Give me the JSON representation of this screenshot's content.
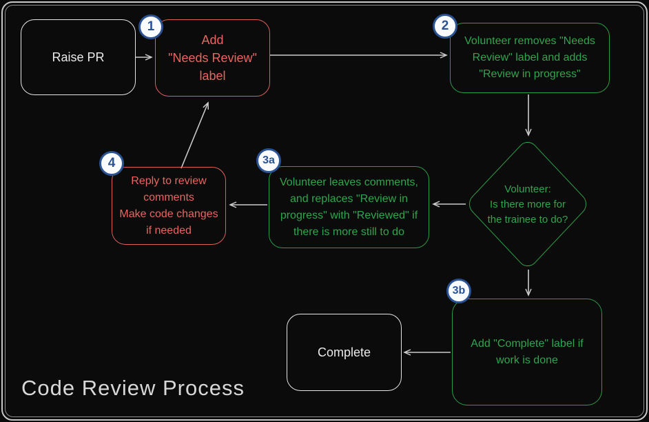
{
  "title": "Code Review Process",
  "nodes": {
    "raise_pr": {
      "label": "Raise PR"
    },
    "add_needs_review": {
      "badge": "1",
      "lines": [
        "Add",
        "\"Needs Review\"",
        "label"
      ]
    },
    "volunteer_removes": {
      "badge": "2",
      "lines": [
        "Volunteer removes \"Needs",
        "Review\" label and adds",
        "\"Review in progress\""
      ]
    },
    "decision": {
      "lines": [
        "Volunteer:",
        "Is there more for",
        "the trainee to do?"
      ]
    },
    "volunteer_leaves_comments": {
      "badge": "3a",
      "lines": [
        "Volunteer leaves comments,",
        "and replaces \"Review in",
        "progress\" with \"Reviewed\" if",
        "there is more still to do"
      ]
    },
    "reply_to_review": {
      "badge": "4",
      "lines": [
        "Reply to review",
        "comments",
        "Make code changes",
        "if needed"
      ]
    },
    "add_complete": {
      "badge": "3b",
      "lines": [
        "Add \"Complete\" label if",
        "work is done"
      ]
    },
    "complete": {
      "label": "Complete"
    }
  },
  "colors": {
    "background": "#0b0b0c",
    "node_red": "#ea6561",
    "node_green": "#31a54e",
    "node_white": "#eaeaea",
    "badge_blue": "#2b5394",
    "arrow_gray": "#cdcdcd",
    "frame_gray": "#c9c9c9"
  }
}
